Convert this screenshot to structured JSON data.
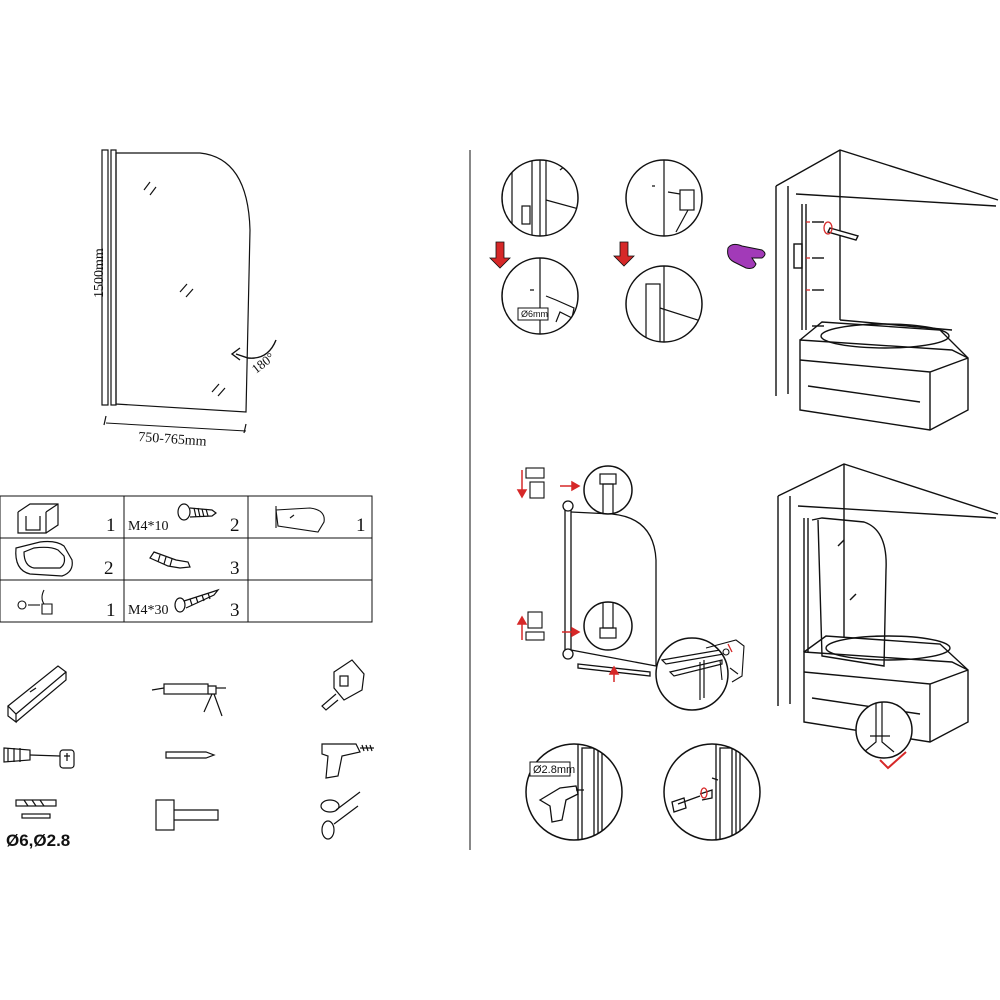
{
  "dimensions": {
    "height": "1500mm",
    "width": "750-765mm",
    "rotation": "180°"
  },
  "parts": [
    {
      "icon": "wall-profile-icon",
      "label": "",
      "qty": "1"
    },
    {
      "icon": "screw-icon",
      "label": "M4*10",
      "qty": "2"
    },
    {
      "icon": "glass-panel-icon",
      "label": "",
      "qty": "1"
    },
    {
      "icon": "end-cap-icon",
      "label": "",
      "qty": "2"
    },
    {
      "icon": "wall-plug-icon",
      "label": "",
      "qty": "3"
    },
    {
      "icon": "",
      "label": "",
      "qty": ""
    },
    {
      "icon": "seal-strip-icon",
      "label": "",
      "qty": "1"
    },
    {
      "icon": "long-screw-icon",
      "label": "M4*30",
      "qty": "3"
    },
    {
      "icon": "",
      "label": "",
      "qty": ""
    }
  ],
  "tools": {
    "drill_bits": "Ø6,Ø2.8"
  },
  "callouts": {
    "wall_drill": "Ø6mm",
    "profile_drill": "Ø2.8mm"
  },
  "colors": {
    "line": "#111111",
    "arrow_red": "#d62828",
    "hand_purple": "#a23ab8"
  }
}
